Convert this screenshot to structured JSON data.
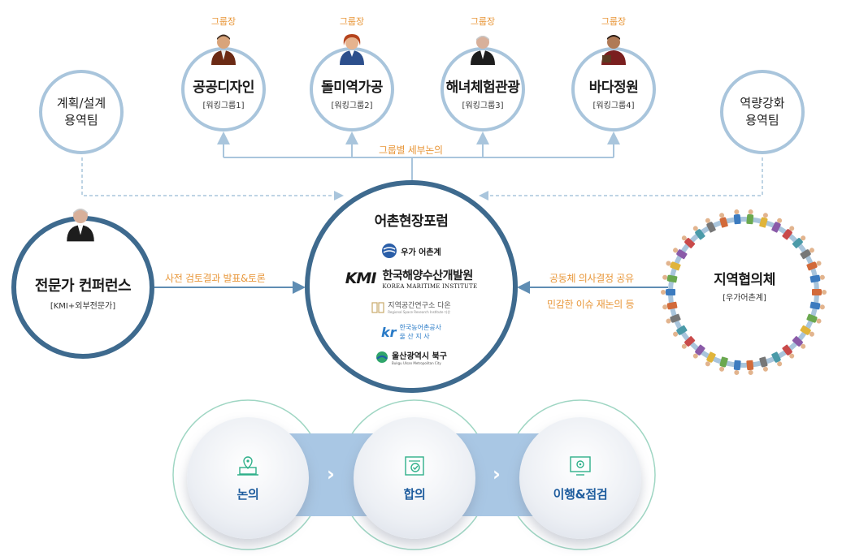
{
  "working_groups": [
    {
      "role": "그룹장",
      "name": "공공디자인",
      "sub": "[워킹그룹1]"
    },
    {
      "role": "그룹장",
      "name": "돌미역가공",
      "sub": "[워킹그룹2]"
    },
    {
      "role": "그룹장",
      "name": "해녀체험관광",
      "sub": "[워킹그룹3]"
    },
    {
      "role": "그룹장",
      "name": "바다정원",
      "sub": "[워킹그룹4]"
    }
  ],
  "group_discussion_label": "그룹별 세부논의",
  "planning_team": {
    "line1": "계획/설계",
    "line2": "용역팀"
  },
  "capacity_team": {
    "line1": "역량강화",
    "line2": "용역팀"
  },
  "expert_conference": {
    "title": "전문가 컨퍼런스",
    "sub": "[KMI+외부전문가]"
  },
  "expert_arrow_label": "사전 검토결과 발표&토론",
  "forum": {
    "title": "어촌현장포럼",
    "orgs": {
      "woga": "우가 어촌계",
      "kmi_short": "KMI",
      "kmi_name": "한국해양수산개발원",
      "kmi_en": "KOREA MARITIME INSTITUTE",
      "daon": "지역공간연구소 다온",
      "daon_sub": "Regional Space Research Institute 다온",
      "krc_short": "kr",
      "krc_line1": "한국농어촌공사",
      "krc_line2": "울 산 지 사",
      "bukgu": "울산광역시 북구",
      "bukgu_en": "Bukgu Ulsan Metropolitan City"
    }
  },
  "council": {
    "title": "지역협의체",
    "sub": "[우가어촌계]"
  },
  "council_arrow_label1": "공동체 의사결정 공유",
  "council_arrow_label2": "민감한 이슈 재논의 등",
  "stages": [
    {
      "label": "논의",
      "icon": "map-pin-laptop-icon"
    },
    {
      "label": "합의",
      "icon": "document-check-icon"
    },
    {
      "label": "이행&점검",
      "icon": "gear-monitor-icon"
    }
  ],
  "colors": {
    "navy": "#3e6a8e",
    "light_blue": "#a9c5dc",
    "orange": "#e8973a",
    "band": "#a9c7e4",
    "stage_text": "#1f5d9e"
  }
}
